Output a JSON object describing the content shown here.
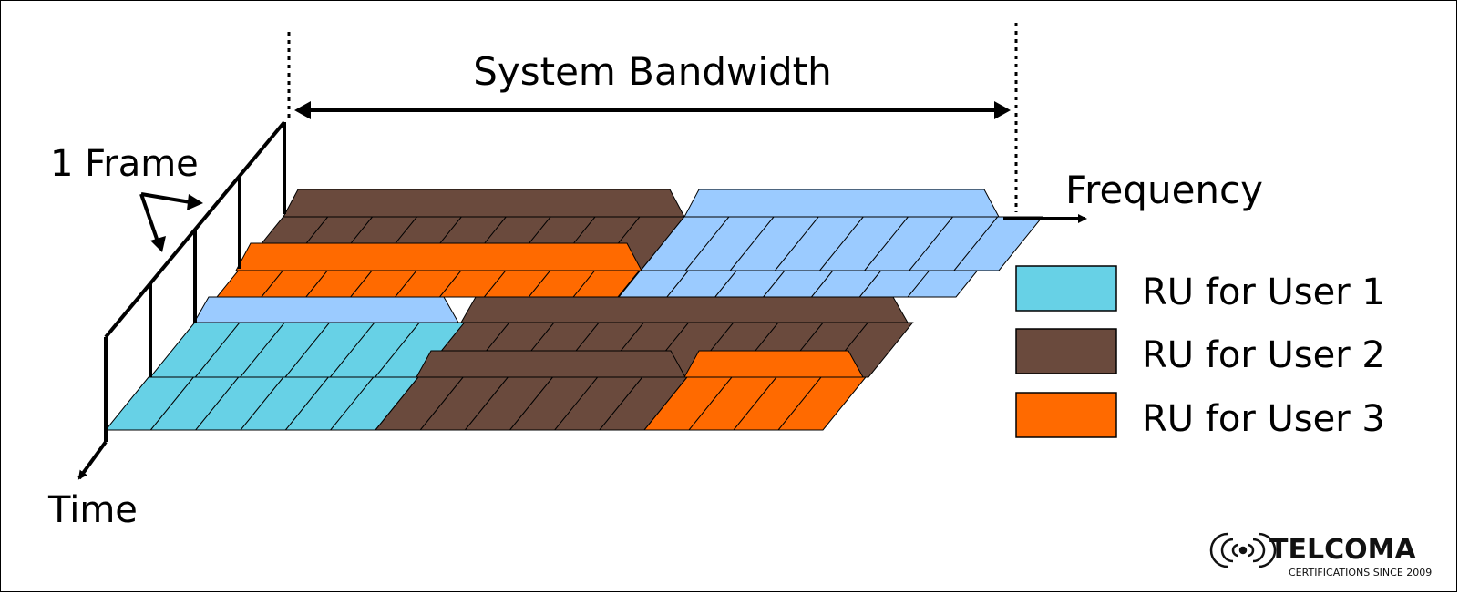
{
  "labels": {
    "system_bandwidth": "System Bandwidth",
    "one_frame": "1 Frame",
    "frequency": "Frequency",
    "time": "Time"
  },
  "legend": [
    {
      "label": "RU for User 1",
      "color": "#67d1e6"
    },
    {
      "label": "RU for User 2",
      "color": "#6a4a3d"
    },
    {
      "label": "RU for User 3",
      "color": "#ff6a00"
    }
  ],
  "colors": {
    "user1": "#67d1e6",
    "user2": "#6a4a3d",
    "user3": "#ff6a00",
    "light_blue": "#9bcbff",
    "outline": "#000000"
  },
  "logo": {
    "name": "TELCOMA",
    "tagline": "CERTIFICATIONS SINCE 2009",
    "icon": "signal-waves-icon"
  }
}
